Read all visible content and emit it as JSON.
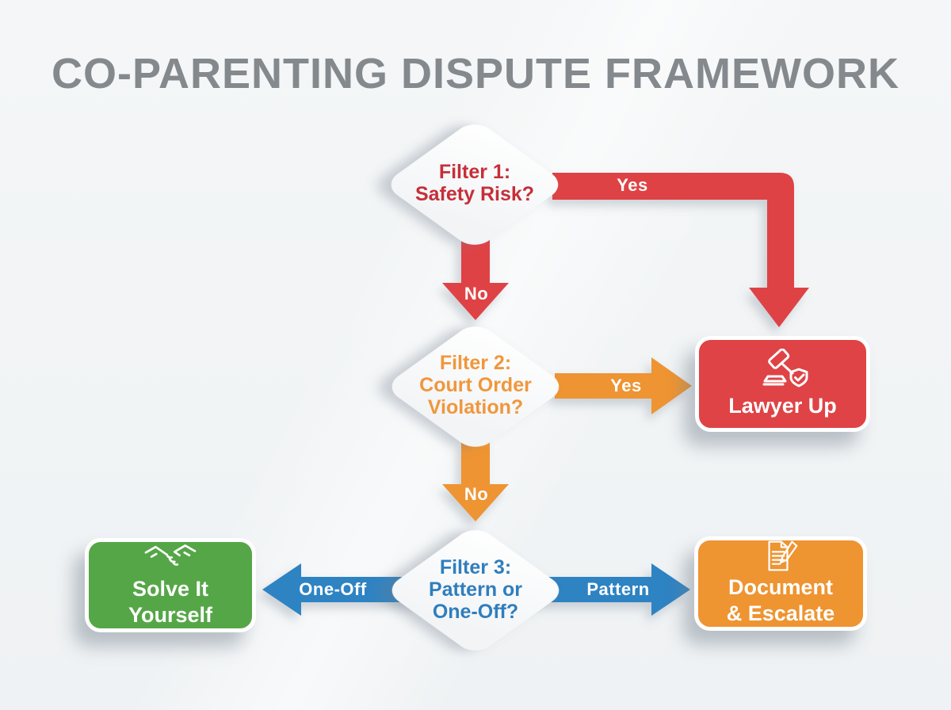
{
  "title": "CO-PARENTING DISPUTE FRAMEWORK",
  "colors": {
    "red": "#df4345",
    "red_text": "#c62f38",
    "orange": "#ee9431",
    "orange_text": "#f0973b",
    "blue": "#2f83c3",
    "blue_text": "#2f7ebd",
    "green": "#55a647",
    "title_gray": "#84898d",
    "background": "#f1f3f5"
  },
  "diamonds": [
    {
      "id": "filter1",
      "label": "Filter 1:\nSafety Risk?"
    },
    {
      "id": "filter2",
      "label": "Filter 2:\nCourt Order\nViolation?"
    },
    {
      "id": "filter3",
      "label": "Filter 3:\nPattern or\nOne-Off?"
    }
  ],
  "boxes": [
    {
      "id": "lawyer-up",
      "label": "Lawyer Up",
      "icon": "gavel-shield-icon"
    },
    {
      "id": "solve-it-yourself",
      "label": "Solve It\nYourself",
      "icon": "handshake-icon"
    },
    {
      "id": "document-escalate",
      "label": "Document\n& Escalate",
      "icon": "document-pencil-icon"
    }
  ],
  "arrow_labels": {
    "filter1_yes": "Yes",
    "filter1_no": "No",
    "filter2_yes": "Yes",
    "filter2_no": "No",
    "filter3_one_off": "One-Off",
    "filter3_pattern": "Pattern"
  }
}
